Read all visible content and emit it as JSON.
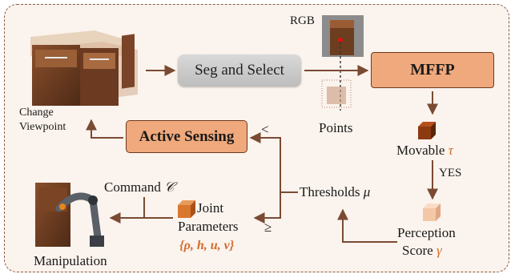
{
  "nodes": {
    "seg_select": "Seg and Select",
    "mffp": "MFFP",
    "active_sensing": "Active Sensing"
  },
  "labels": {
    "rgb": "RGB",
    "points": "Points",
    "change_viewpoint_line1": "Change",
    "change_viewpoint_line2": "Viewpoint",
    "movable": "Movable",
    "movable_symbol": "τ",
    "yes": "YES",
    "perception_line1": "Perception",
    "perception_line2": "Score",
    "perception_symbol": "γ",
    "thresholds": "Thresholds",
    "thresholds_symbol": "μ",
    "less_than": "<",
    "geq": "≥",
    "command": "Command",
    "command_symbol": "𝒞",
    "joint_line1": "Joint",
    "joint_line2": "Parameters",
    "joint_params": "{ρ, h, u, v}",
    "manipulation": "Manipulation"
  },
  "colors": {
    "frame_border": "#8a5a44",
    "frame_fill": "#fbf3ed",
    "node_orange": "#f0a97c",
    "arrow": "#7a4a33",
    "symbol_orange": "#d46a2a",
    "cube_dark": "#8b3a12",
    "cube_orange": "#d9772e",
    "cube_light": "#f4c7a6"
  }
}
